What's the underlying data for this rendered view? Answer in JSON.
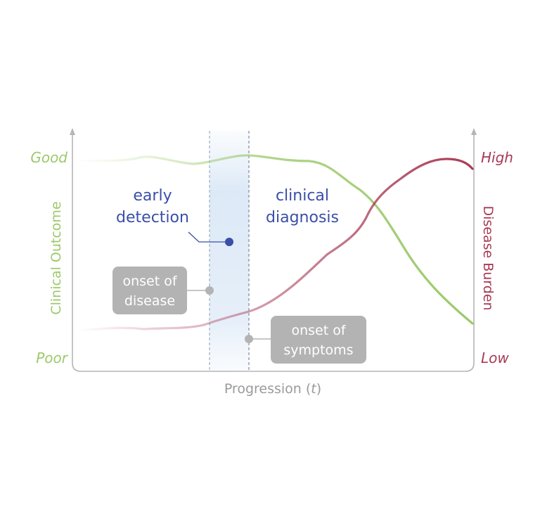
{
  "axes": {
    "x_label_main": "Progression (",
    "x_label_var": "t",
    "x_label_close": ")",
    "left_label": "Clinical Outcome",
    "right_label": "Disease Burden",
    "left_top": "Good",
    "left_bottom": "Poor",
    "right_top": "High",
    "right_bottom": "Low"
  },
  "regions": {
    "early_detection_line1": "early",
    "early_detection_line2": "detection",
    "clinical_diagnosis_line1": "clinical",
    "clinical_diagnosis_line2": "diagnosis"
  },
  "callouts": {
    "onset_disease_line1": "onset of",
    "onset_disease_line2": "disease",
    "onset_symptoms_line1": "onset of",
    "onset_symptoms_line2": "symptoms"
  },
  "colors": {
    "outcome": "#9cc96b",
    "burden": "#a83a55",
    "detection": "#3a4fa8",
    "callout_bg": "#b3b3b3",
    "axis": "#b5b5b5"
  }
}
